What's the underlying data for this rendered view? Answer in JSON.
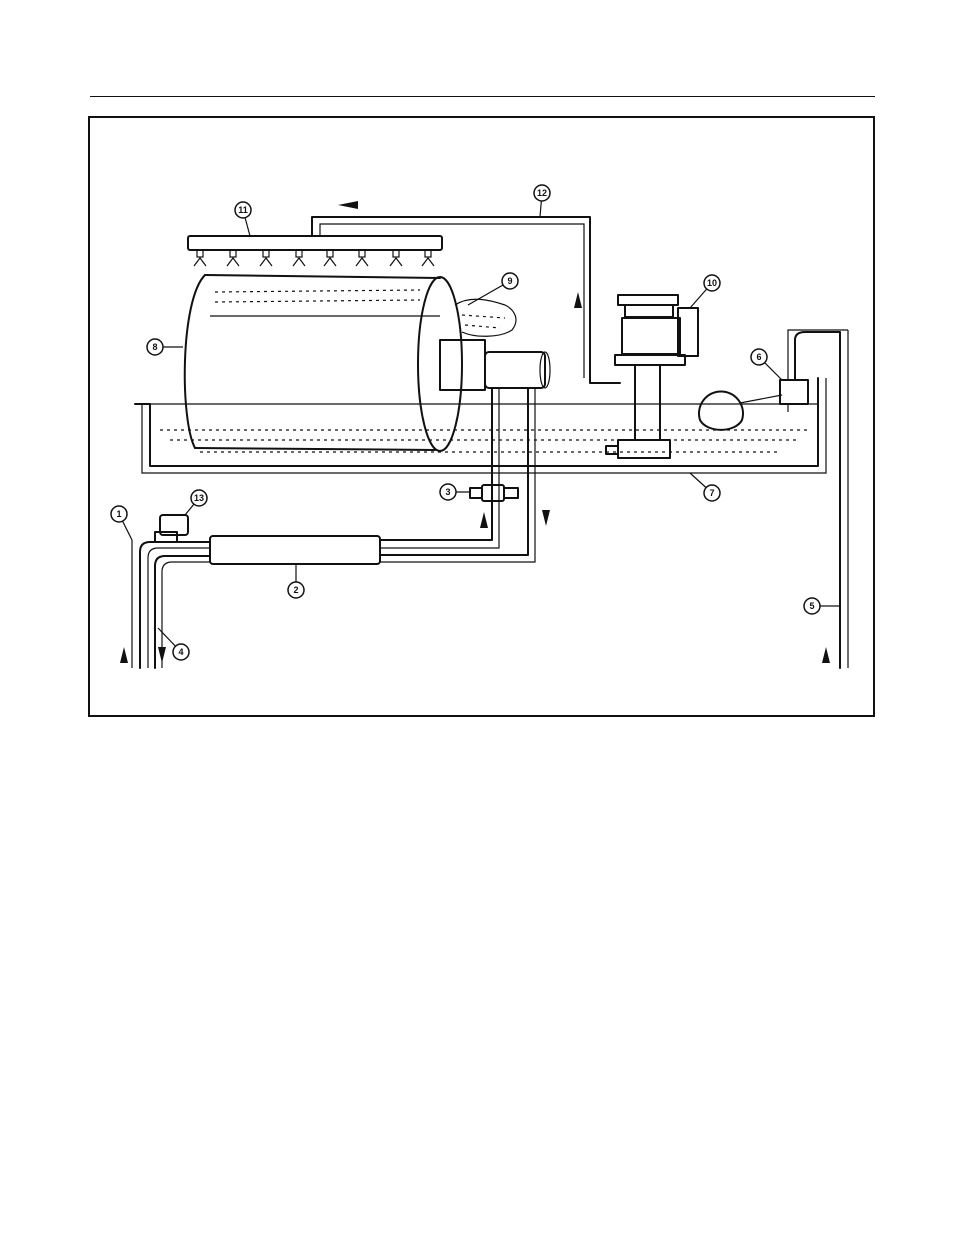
{
  "figure": {
    "callouts": [
      {
        "id": "c1",
        "label": "1"
      },
      {
        "id": "c2",
        "label": "2"
      },
      {
        "id": "c3",
        "label": "3"
      },
      {
        "id": "c4",
        "label": "4"
      },
      {
        "id": "c5",
        "label": "5"
      },
      {
        "id": "c6",
        "label": "6"
      },
      {
        "id": "c7",
        "label": "7"
      },
      {
        "id": "c8",
        "label": "8"
      },
      {
        "id": "c9",
        "label": "9"
      },
      {
        "id": "c10",
        "label": "10"
      },
      {
        "id": "c11",
        "label": "11"
      },
      {
        "id": "c12",
        "label": "12"
      },
      {
        "id": "c13",
        "label": "13"
      }
    ],
    "flow_arrow_icon": "flow-direction-arrow"
  }
}
